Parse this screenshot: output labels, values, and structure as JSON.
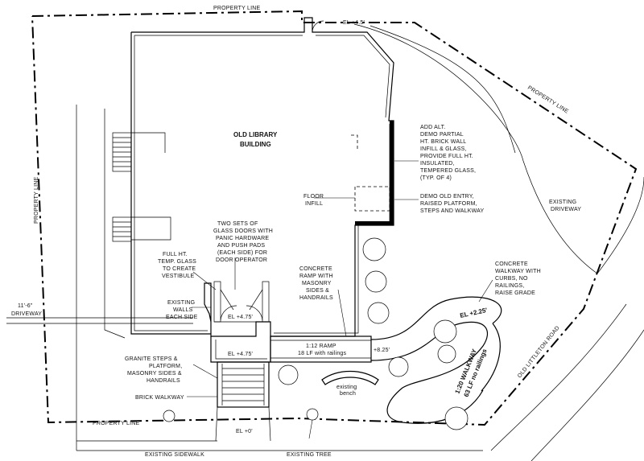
{
  "labels": {
    "property_line_top": "PROPERTY LINE",
    "property_line_right": "PROPERTY LINE",
    "property_line_left": "PROPERTY LINE",
    "property_line_bottom": "PROPERTY LINE",
    "el_top": "EL +4.5'",
    "building_line1": "OLD LIBRARY",
    "building_line2": "BUILDING",
    "add_alt": [
      "ADD ALT.",
      "DEMO PARTIAL",
      "HT. BRICK WALL",
      "INFILL & GLASS,",
      "PROVIDE FULL HT.",
      "INSULATED,",
      "TEMPERED GLASS,",
      "(TYP. OF 4)"
    ],
    "floor_infill": [
      "FLOOR",
      "INFILL"
    ],
    "demo_old_entry": [
      "DEMO OLD ENTRY,",
      "RAISED PLATFORM,",
      "STEPS AND WALKWAY"
    ],
    "existing_driveway_right": [
      "EXISTING",
      "DRIVEWAY"
    ],
    "two_sets": [
      "TWO SETS OF",
      "GLASS DOORS WITH",
      "PANIC HARDWARE",
      "AND PUSH PADS",
      "(EACH SIDE) FOR",
      "DOOR OPERATOR"
    ],
    "full_ht": [
      "FULL HT.",
      "TEMP. GLASS",
      "TO CREATE",
      "VESTIBULE"
    ],
    "concrete_ramp": [
      "CONCRETE",
      "RAMP WITH",
      "MASONRY",
      "SIDES &",
      "HANDRAILS"
    ],
    "concrete_walkway": [
      "CONCRETE",
      "WALKWAY WITH",
      "CURBS, NO",
      "RAILINGS,",
      "RAISE GRADE"
    ],
    "el_walk": "EL +2.25'",
    "existing_walls": [
      "EXISTING",
      "WALLS",
      "EACH SIDE"
    ],
    "el_vestibule": "EL +4.75'",
    "el_platform": "EL +4.75'",
    "ramp_line1": "1:12 RAMP",
    "ramp_line2": "18 LF with railings",
    "el_ramp": "+8.25'",
    "walkway_line1": "1:20 WALKWAY",
    "walkway_line2": "63 LF no railings",
    "old_littleton_road": "OLD LITTLETON ROAD",
    "driveway_dim": "11'-6\"",
    "driveway_left": "DRIVEWAY",
    "granite_steps": [
      "GRANITE STEPS &",
      "PLATFORM,",
      "MASONRY SIDES &",
      "HANDRAILS"
    ],
    "existing_bench": [
      "existing",
      "bench"
    ],
    "brick_walkway": "BRICK WALKWAY",
    "el_zero": "EL +0'",
    "existing_sidewalk": "EXISTING SIDEWALK",
    "existing_tree": "EXISTING TREE"
  }
}
